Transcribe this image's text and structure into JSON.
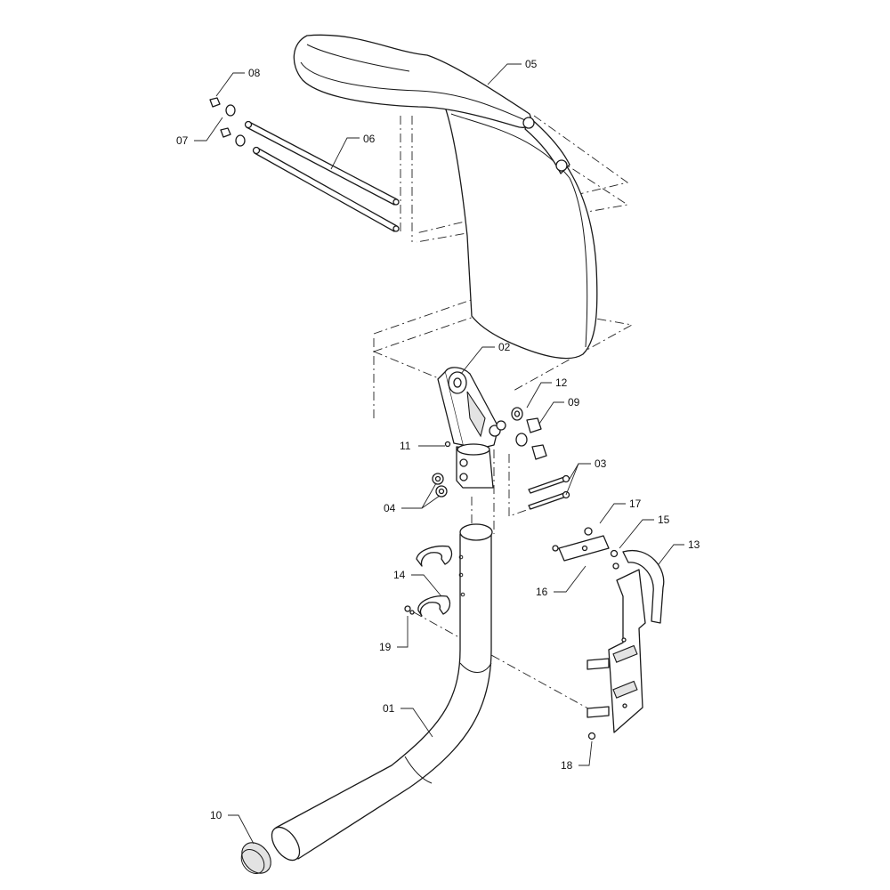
{
  "callouts": {
    "p01": "01",
    "p02": "02",
    "p03": "03",
    "p04": "04",
    "p05": "05",
    "p06": "06",
    "p07": "07",
    "p08": "08",
    "p09": "09",
    "p10": "10",
    "p11": "11",
    "p12": "12",
    "p13": "13",
    "p14": "14",
    "p15": "15",
    "p16": "16",
    "p17": "17",
    "p18": "18",
    "p19": "19"
  },
  "colors": {
    "line": "#1a1a1a",
    "shade": "#e3e3e3",
    "background": "#ffffff"
  }
}
